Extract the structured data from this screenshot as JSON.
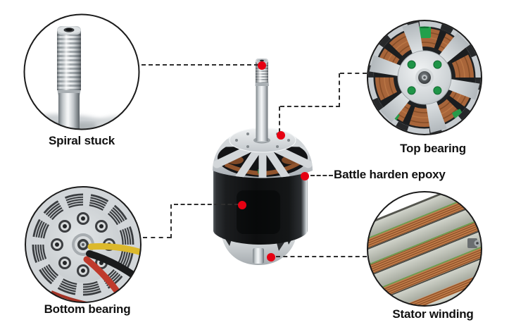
{
  "image_type": "annotated-product-diagram",
  "callouts": {
    "spiral_stuck": {
      "label": "Spiral stuck"
    },
    "top_bearing": {
      "label": "Top bearing"
    },
    "battle_harden_epoxy": {
      "label": "Battle harden epoxy"
    },
    "bottom_bearing": {
      "label": "Bottom bearing"
    },
    "stator_winding": {
      "label": "Stator winding"
    }
  },
  "colors": {
    "background": "#ffffff",
    "label_text": "#111111",
    "marker_red": "#e60012",
    "line": "#2e2e2e",
    "circle_border": "#1b1b1b",
    "copper": "#b06c3e",
    "pcb_green": "#23a04b"
  }
}
